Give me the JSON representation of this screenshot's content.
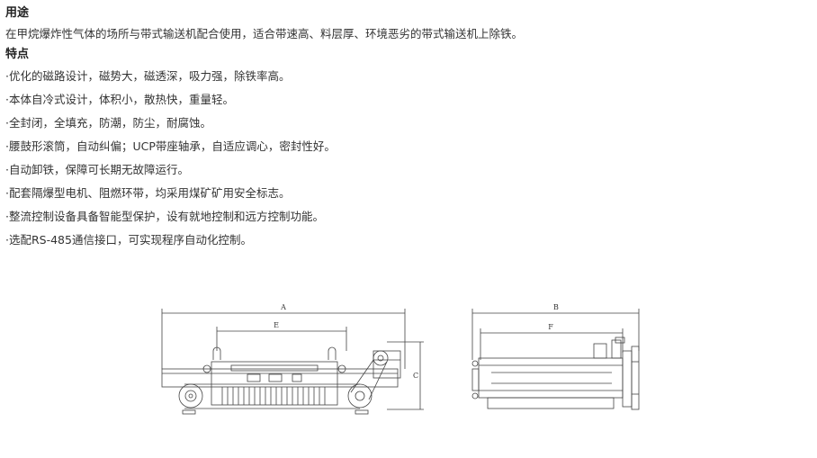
{
  "sections": {
    "use_title": "用途",
    "use_text": "在甲烷爆炸性气体的场所与带式输送机配合使用，适合带速高、料层厚、环境恶劣的带式输送机上除铁。",
    "features_title": "特点",
    "features": [
      "·优化的磁路设计，磁势大，磁透深，吸力强，除铁率高。",
      "·本体自冷式设计，体积小，散热快，重量轻。",
      "·全封闭，全填充，防潮，防尘，耐腐蚀。",
      "·腰鼓形滚筒，自动纠偏；UCP带座轴承，自适应调心，密封性好。",
      "·自动卸铁，保障可长期无故障运行。",
      "·配套隔爆型电机、阻燃环带，均采用煤矿矿用安全标志。",
      "·整流控制设备具备智能型保护，设有就地控制和远方控制功能。",
      "·选配RS-485通信接口，可实现程序自动化控制。"
    ]
  },
  "drawing": {
    "dim_a": "A",
    "dim_e": "E",
    "dim_c": "C",
    "dim_b": "B",
    "dim_f": "F"
  },
  "colors": {
    "line": "#444444",
    "text": "#333333"
  }
}
